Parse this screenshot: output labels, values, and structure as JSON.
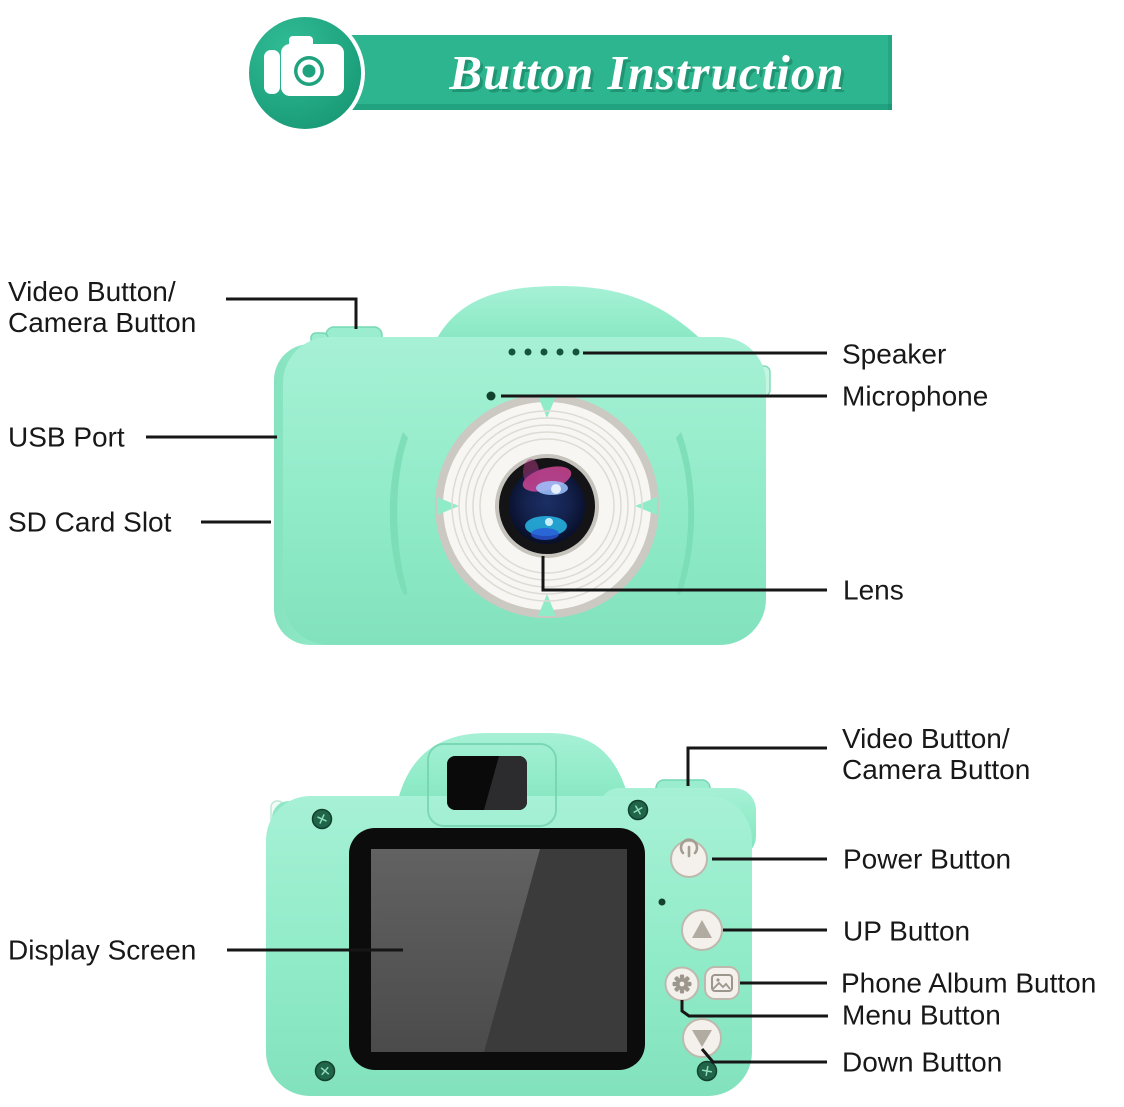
{
  "header": {
    "title": "Button Instruction",
    "icon": "camera-icon",
    "banner_color": "#2cb58e"
  },
  "front_view": {
    "labels": {
      "video_camera_button": "Video Button/\nCamera Button",
      "usb_port": "USB Port",
      "sd_card_slot": "SD Card Slot",
      "speaker": "Speaker",
      "microphone": "Microphone",
      "lens": "Lens"
    }
  },
  "back_view": {
    "labels": {
      "video_camera_button": "Video Button/\nCamera Button",
      "power_button": "Power Button",
      "up_button": "UP Button",
      "phone_album_button": "Phone Album Button",
      "menu_button": "Menu Button",
      "down_button": "Down Button",
      "display_screen": "Display Screen"
    }
  },
  "colors": {
    "camera_body_mint": "#8feac6",
    "banner_green": "#2cb58e",
    "label_text": "#181818",
    "leader_line": "#161616"
  }
}
